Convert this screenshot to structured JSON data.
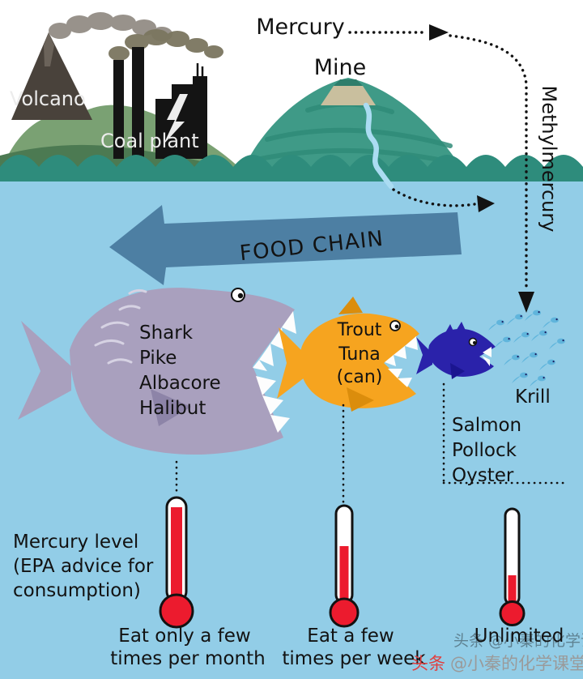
{
  "labels": {
    "mercury": "Mercury",
    "mine": "Mine",
    "volcano": "Volcano",
    "coal_plant": "Coal plant",
    "methylmercury": "Methylmercury",
    "food_chain": "FOOD CHAIN",
    "krill": "Krill"
  },
  "large_fish": {
    "species": [
      "Shark",
      "Pike",
      "Albacore",
      "Halibut"
    ],
    "advice": [
      "Eat only a few",
      "times per month"
    ]
  },
  "medium_fish": {
    "species": [
      "Trout",
      "Tuna",
      "(can)"
    ],
    "advice": [
      "Eat a few",
      "times per week"
    ]
  },
  "small_fish": {
    "species": [
      "Salmon",
      "Pollock",
      "Oyster"
    ],
    "advice": [
      "Unlimited"
    ]
  },
  "mercury_scale_caption": [
    "Mercury level",
    "(EPA advice for",
    "consumption)"
  ],
  "watermark": {
    "badge": "头条",
    "handle": "@小秦的化学课堂"
  },
  "colors": {
    "water": "#92CDE7",
    "wave": "#2E8C7C",
    "hill": "#7AA173",
    "mountain": "#3F9A87",
    "arrow": "#4D7FA3",
    "large_fish": "#A9A0BE",
    "medium_fish": "#F6A41F",
    "small_fish": "#2A22AA",
    "krill": "#60B5DC",
    "thermometer": "#EC1B2E"
  }
}
